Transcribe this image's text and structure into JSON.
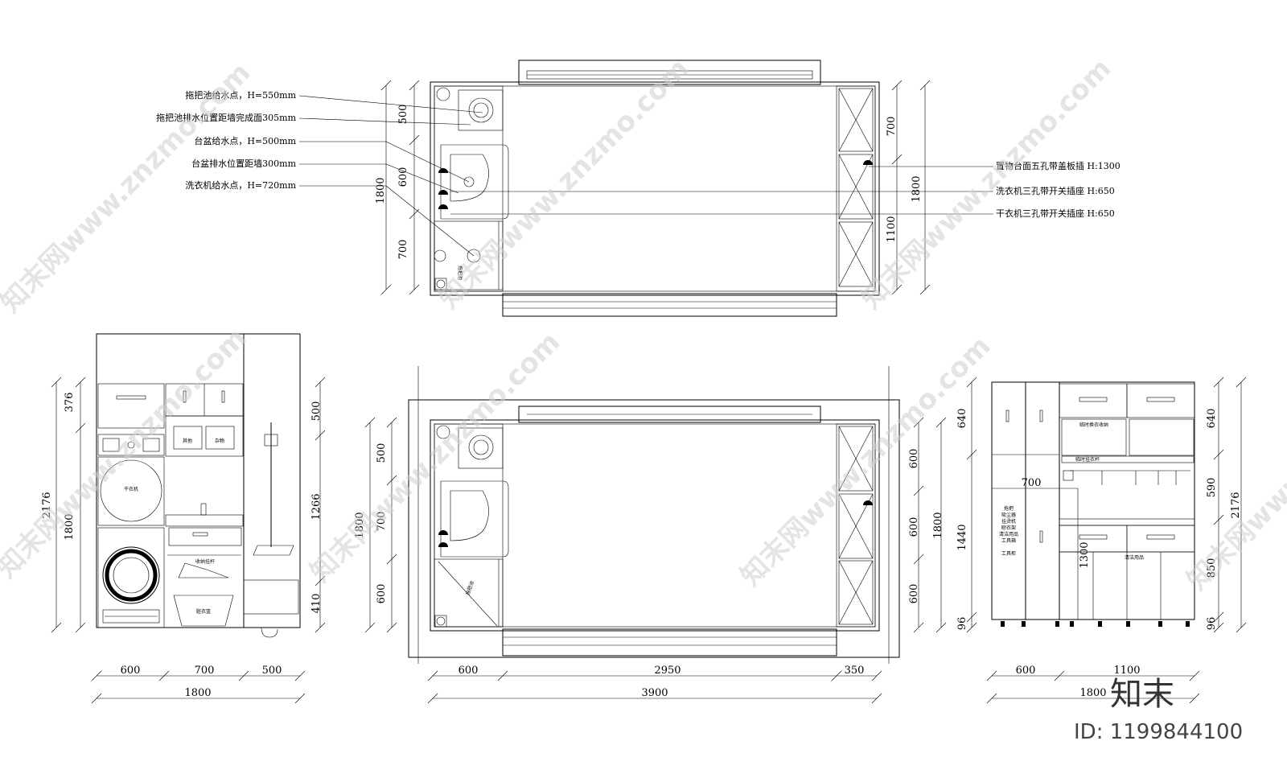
{
  "plan_top": {
    "left_dims": [
      "500",
      "600",
      "700",
      "1800"
    ],
    "right_dims": [
      "700",
      "1100",
      "1800"
    ],
    "left_notes": [
      "拖把池给水点，H=550mm",
      "拖把池排水位置距墙完成面305mm",
      "台盆给水点，H=500mm",
      "台盆排水位置距墙300mm",
      "洗衣机给水点，H=720mm"
    ],
    "right_notes": [
      "置物台面五孔带盖板插 H:1300",
      "洗衣机三孔带开关插座 H:650",
      "干衣机三孔带开关插座 H:650"
    ],
    "mop_label": "拖把池"
  },
  "elev_left": {
    "left_dims": [
      "376",
      "1800",
      "2176"
    ],
    "right_dims": [
      "500",
      "1266",
      "410"
    ],
    "bottom_dims": [
      "600",
      "700",
      "500",
      "1800"
    ],
    "labels": {
      "dryer": "干衣机",
      "cab_a": "其他",
      "cab_b": "杂物",
      "rack": "收纳挂杆",
      "basket": "脏衣篮"
    }
  },
  "plan_bottom": {
    "left_dims": [
      "500",
      "700",
      "600",
      "1800"
    ],
    "right_dims": [
      "600",
      "600",
      "600",
      "1800"
    ],
    "bottom_dims": [
      "600",
      "2950",
      "350",
      "3900"
    ],
    "mop_label": "拖把池"
  },
  "elev_right": {
    "left_dims": [
      "640",
      "1440",
      "96"
    ],
    "right_dims": [
      "640",
      "590",
      "850",
      "96",
      "2176"
    ],
    "inner_dims": [
      "700",
      "1300"
    ],
    "bottom_dims": [
      "600",
      "1100",
      "1800"
    ],
    "labels": {
      "tall_cab": [
        "拖把",
        "吸尘器",
        "挂烫机",
        "晾衣架",
        "清洁用品",
        "工具箱",
        "",
        "工具柜"
      ],
      "open_shelf": "临时换衣收纳",
      "hang": "临时挂衣杆",
      "lower_cab": "清洁用品"
    }
  },
  "watermark": {
    "text": "知末网www.znzmo.com"
  },
  "brand": {
    "logo": "知末",
    "id": "ID: 1199844100"
  }
}
